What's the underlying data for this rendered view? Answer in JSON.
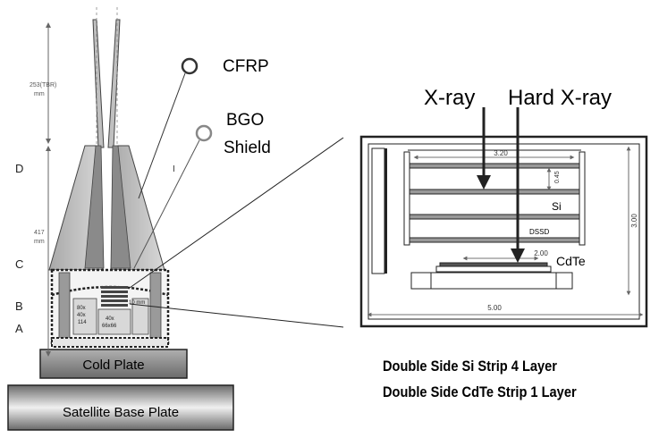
{
  "labels": {
    "cfrp": "CFRP",
    "bgo_line1": "BGO",
    "bgo_line2": "Shield",
    "xray": "X-ray",
    "hard_xray": "Hard X-ray",
    "cold_plate": "Cold Plate",
    "satellite_base_plate": "Satellite Base Plate",
    "caption_line1": "Double Side Si Strip 4 Layer",
    "caption_line2": "Double Side  CdTe Strip 1 Layer"
  },
  "dimensions": {
    "top_height": "253(TBR)",
    "top_unit": "mm",
    "mid_height": "417",
    "mid_unit": "mm",
    "width_320": "3.20",
    "gap_045": "0.45",
    "width_200": "2.00",
    "height_300": "3.00",
    "width_500": "5.00"
  },
  "section_letters": [
    "D",
    "C",
    "B",
    "A"
  ],
  "detector_labels": {
    "si": "Si",
    "dssd": "DSSD",
    "cdte": "CdTe",
    "mark_i": "I"
  },
  "inner_block_labels": {
    "left_line1": "80x",
    "left_line2": "40x",
    "left_line3": "114",
    "center_line1": "40x",
    "center_line2": "66x66",
    "small_tag": "10 mm"
  }
}
